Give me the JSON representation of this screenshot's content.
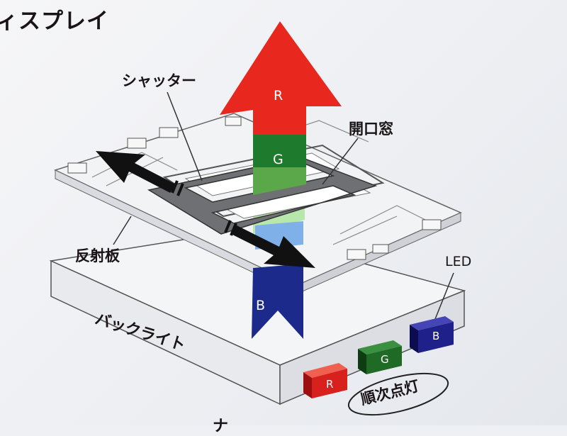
{
  "title": "ィスプレイ",
  "labels": {
    "shutter": "シャッター",
    "aperture_window": "開口窓",
    "reflector": "反射板",
    "backlight": "バックライト",
    "led": "LED",
    "sequential_lighting": "順次点灯",
    "bottom_partial": "ナ"
  },
  "arrow_channels": {
    "red": "R",
    "green": "G",
    "blue": "B"
  },
  "leds": [
    {
      "label": "R",
      "color": "#d8201c"
    },
    {
      "label": "G",
      "color": "#1f6a25"
    },
    {
      "label": "B",
      "color": "#20208a"
    }
  ],
  "colors": {
    "red": "#e8271e",
    "green": "#1e7a2c",
    "blue": "#1c2a8c",
    "shutter": "#6e7074"
  }
}
